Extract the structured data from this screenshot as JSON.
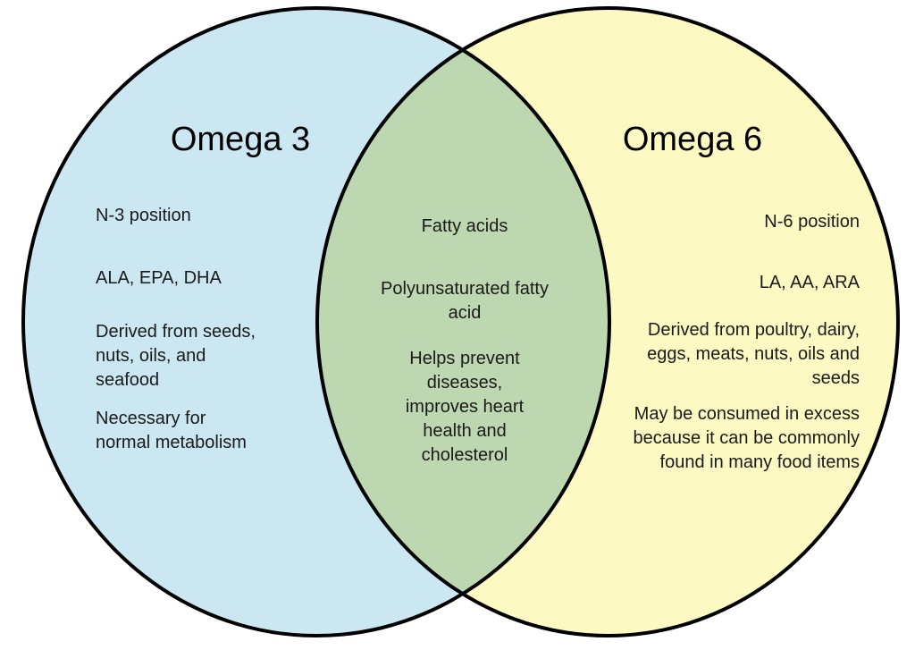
{
  "diagram": {
    "type": "venn",
    "colors": {
      "left_fill": "#cbe7f2",
      "right_fill": "#fcf9c3",
      "overlap_fill": "#bdd7b0",
      "outline": "#000000",
      "background": "#ffffff",
      "text": "#1a1a1a"
    },
    "left": {
      "title": "Omega 3",
      "items": {
        "0": "N-3 position",
        "1": "ALA, EPA, DHA",
        "2": "Derived from seeds,\nnuts, oils, and\nseafood",
        "3": "Necessary for\nnormal metabolism"
      }
    },
    "overlap": {
      "items": {
        "0": "Fatty acids",
        "1": "Polyunsaturated fatty\nacid",
        "2": "Helps prevent\ndiseases,\nimproves heart\nhealth and\ncholesterol"
      }
    },
    "right": {
      "title": "Omega 6",
      "items": {
        "0": "N-6 position",
        "1": "LA, AA, ARA",
        "2": "Derived from poultry, dairy,\neggs, meats, nuts, oils and\nseeds",
        "3": "May be consumed in excess\nbecause it can be commonly\nfound in many food items"
      }
    }
  }
}
